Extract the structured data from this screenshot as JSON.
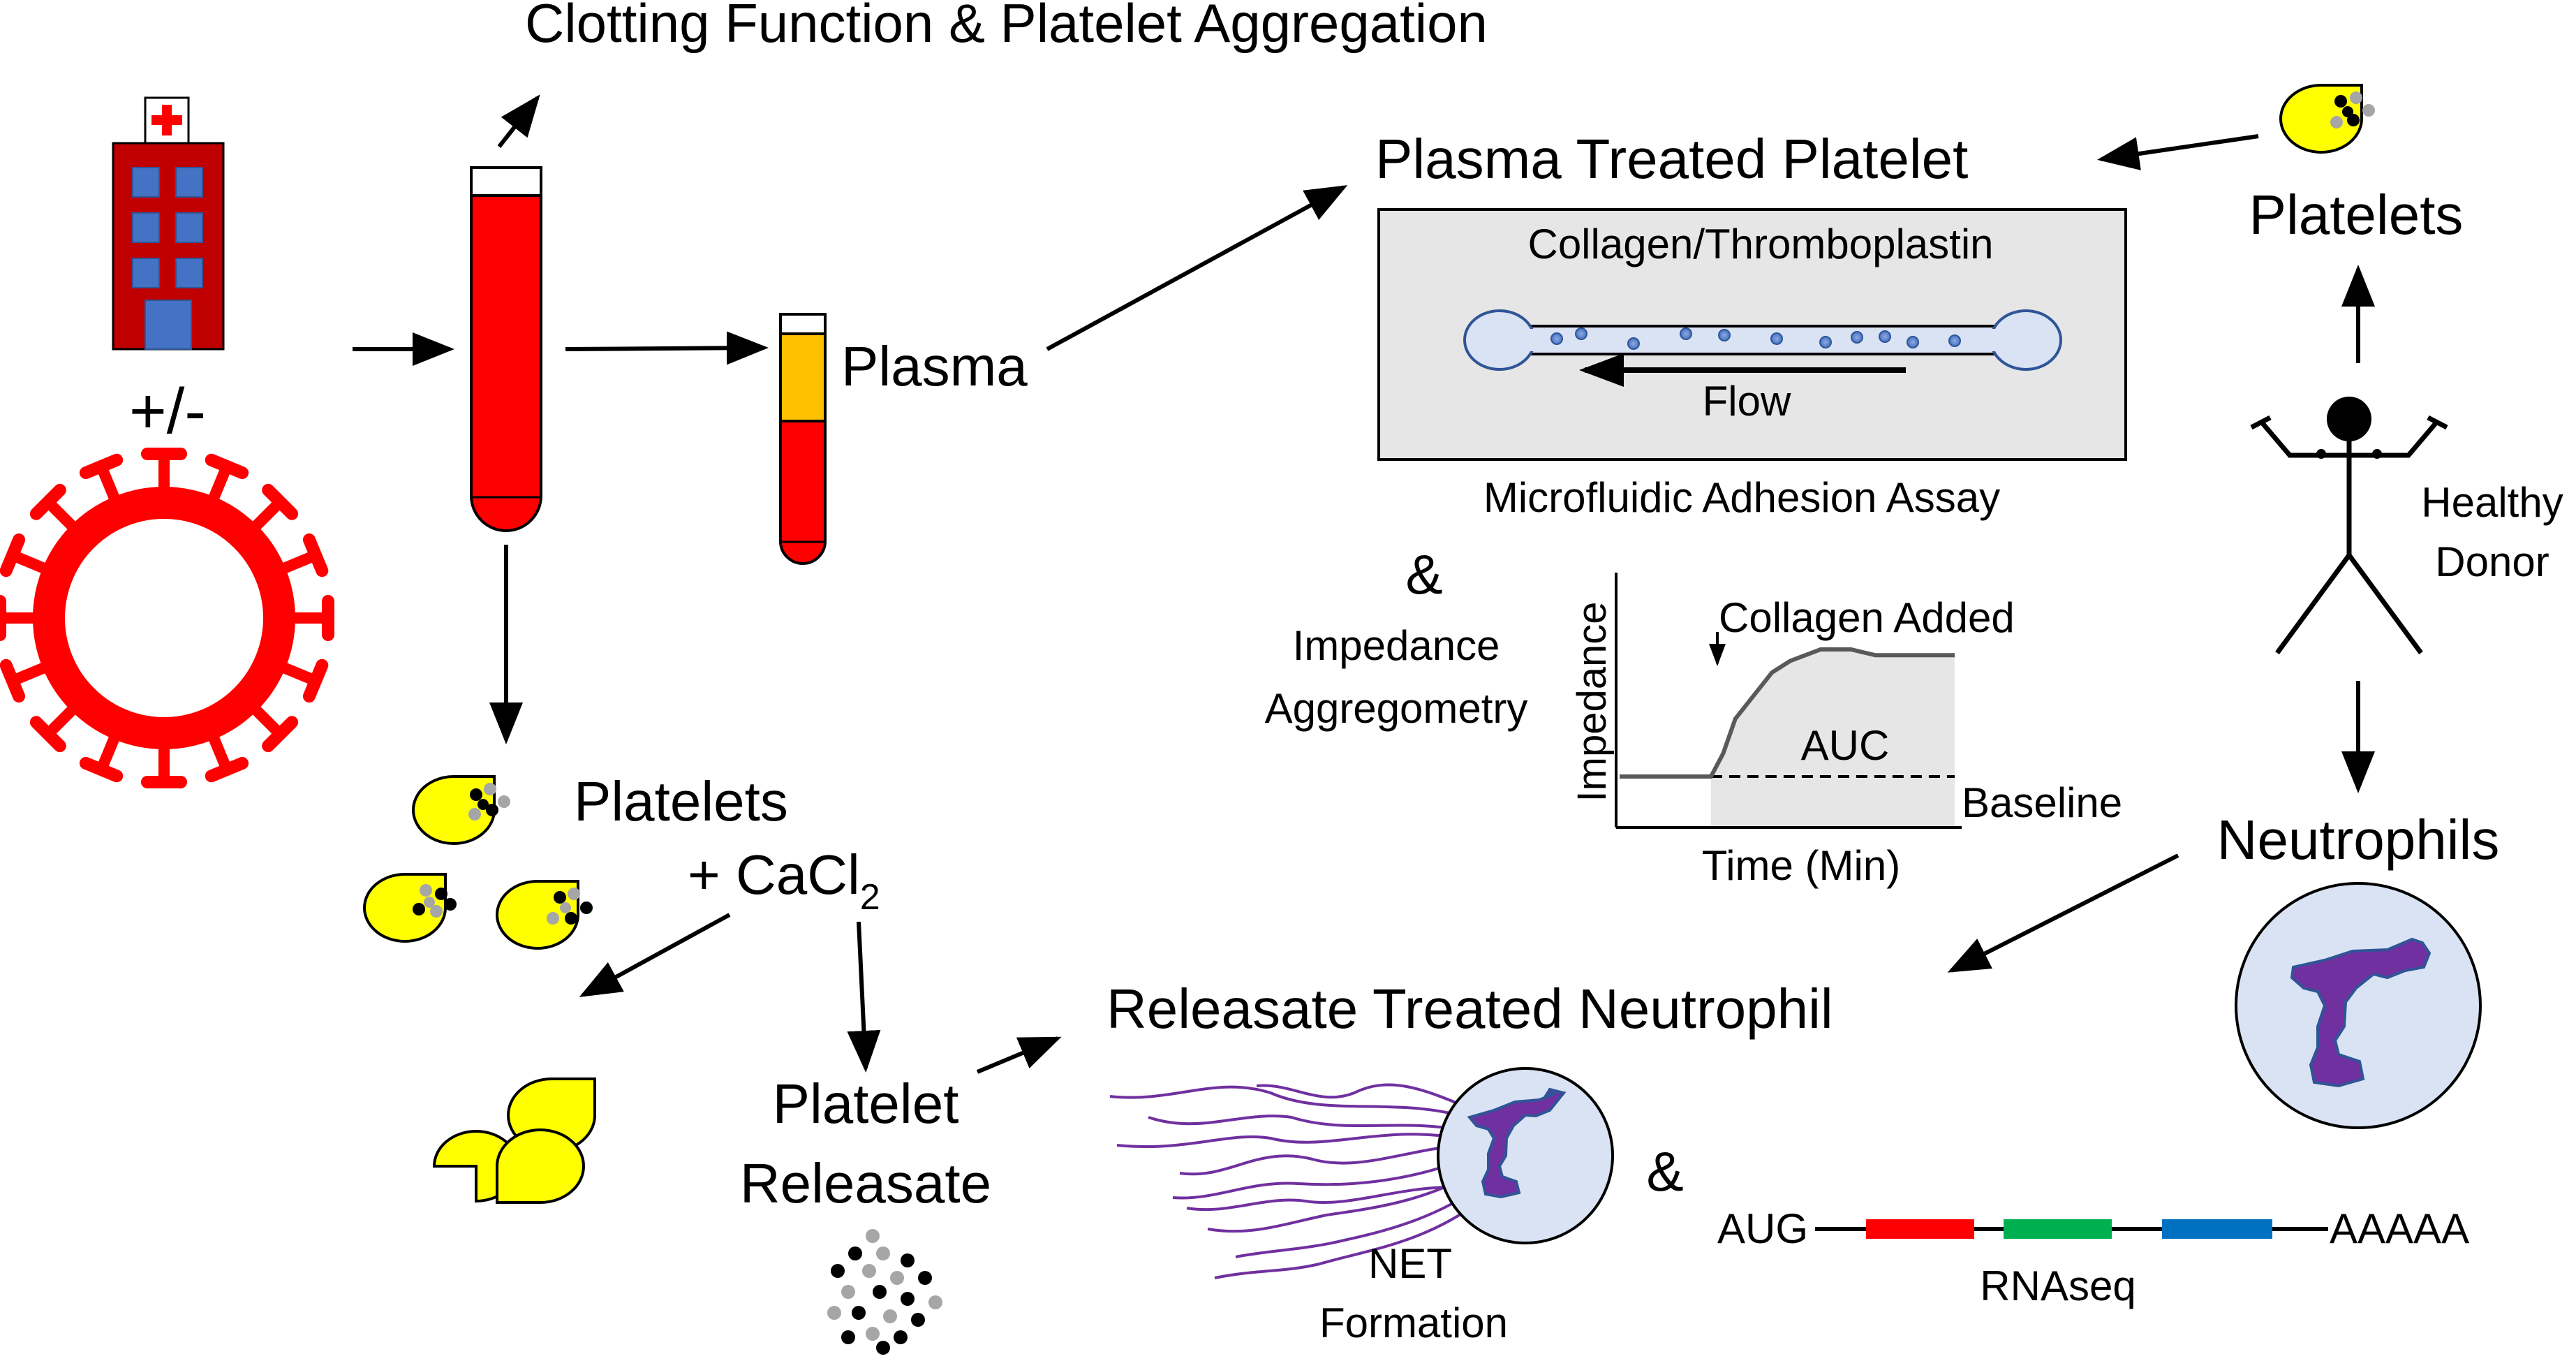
{
  "title": "Clotting Function & Platelet Aggregation",
  "hospital_sign": "+/-",
  "plasma_label": "Plasma",
  "patient_platelets": {
    "label": "Platelets",
    "cacl2_prefix": "+ CaCl",
    "cacl2_subscript": "2"
  },
  "releasate": {
    "line1": "Platelet",
    "line2": "Releasate"
  },
  "plasma_treated": {
    "title": "Plasma Treated Platelet",
    "chip_label": "Collagen/Thromboplastin",
    "flow_label": "Flow",
    "assay_label": "Microfluidic Adhesion Assay"
  },
  "ampersand": "&",
  "aggregometry": {
    "line1": "Impedance",
    "line2": "Aggregometry"
  },
  "chart_data": {
    "type": "line",
    "title": "",
    "xlabel": "Time (Min)",
    "ylabel": "Impedance",
    "annotations": [
      "Collagen Added",
      "AUC",
      "Baseline"
    ],
    "series": [
      {
        "x": [
          0,
          5,
          10,
          15,
          17,
          19,
          22,
          25,
          28,
          33,
          38,
          42,
          47,
          55
        ],
        "values": [
          0,
          0,
          0,
          0,
          2,
          5,
          7,
          9,
          10,
          11,
          11,
          10.5,
          10.5,
          10.5
        ]
      }
    ],
    "baseline": 0
  },
  "donor": {
    "platelets_label": "Platelets",
    "healthy_line1": "Healthy",
    "healthy_line2": "Donor",
    "neutrophils_label": "Neutrophils"
  },
  "releasate_treated": {
    "title": "Releasate Treated Neutrophil",
    "net_line1": "NET",
    "net_line2": "Formation"
  },
  "rnaseq": {
    "start": "AUG",
    "end": "AAAAA",
    "label": "RNAseq",
    "colors": [
      "#ff0000",
      "#00b050",
      "#0070c0"
    ]
  },
  "colors": {
    "blood": "#ff0000",
    "plasma": "#ffc000",
    "platelet": "#ffff00",
    "neutrophil_cell": "#dae3f3",
    "nucleus": "#7030a0",
    "chip_bg": "#e7e6e6",
    "building": "#c00000",
    "window": "#4472c4"
  }
}
